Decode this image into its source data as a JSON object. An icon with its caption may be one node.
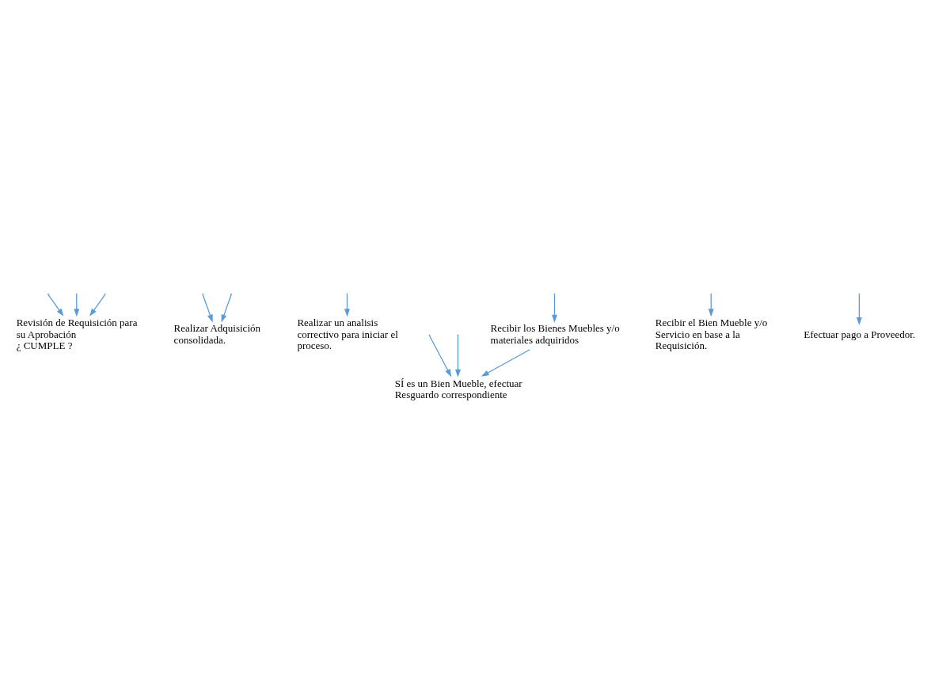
{
  "diagram": {
    "nodes": [
      {
        "text": [
          "Revisión de Requisición para su Aprobación",
          "¿ CUMPLE ?"
        ]
      },
      {
        "text": [
          "Realizar Adquisición consolidada."
        ]
      },
      {
        "text": [
          "Realizar un analisis correctivo para iniciar el proceso."
        ]
      },
      {
        "text": [
          "Recibir los Bienes Muebles y/o materiales adquiridos"
        ]
      },
      {
        "text": [
          "SÍ es un Bien Mueble, efectuar Resguardo correspondiente"
        ]
      },
      {
        "text": [
          "Recibir el Bien Mueble y/o Servicio en base a la Requisición."
        ]
      },
      {
        "text": [
          "Efectuar pago a Proveedor."
        ]
      }
    ],
    "edges": [
      {
        "from": null,
        "to": 0,
        "arrow": "to"
      },
      {
        "from": null,
        "to": 0,
        "arrow": "to"
      },
      {
        "from": null,
        "to": 2,
        "arrow": "to"
      },
      {
        "from": null,
        "to": 0,
        "arrow": "to"
      },
      {
        "from": null,
        "to": 1,
        "arrow": "to"
      },
      {
        "from": null,
        "to": 1,
        "arrow": "to"
      },
      {
        "from": null,
        "to": 3,
        "arrow": "to"
      },
      {
        "from": 3,
        "to": 4,
        "arrow": "to"
      },
      {
        "from": null,
        "to": 4,
        "arrow": "to"
      },
      {
        "from": null,
        "to": 5,
        "arrow": "to"
      },
      {
        "from": null,
        "to": 4,
        "arrow": "to"
      },
      {
        "from": null,
        "to": 6,
        "arrow": "to"
      }
    ]
  }
}
